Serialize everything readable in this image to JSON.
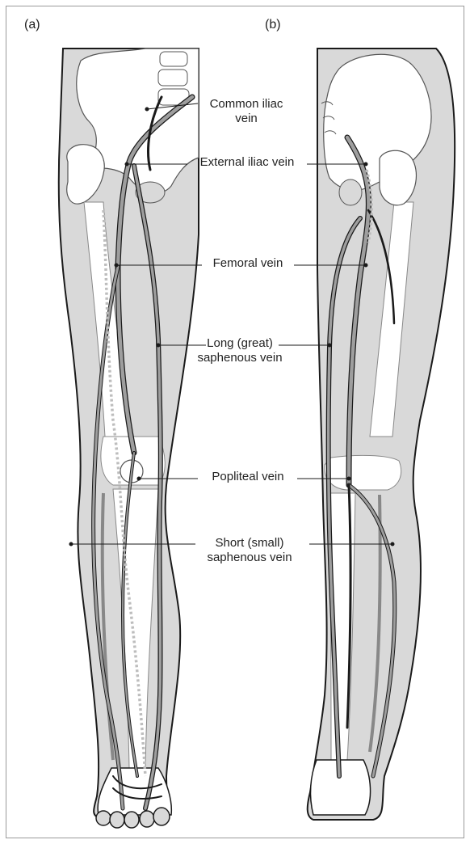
{
  "panels": {
    "a": "(a)",
    "b": "(b)"
  },
  "labels": {
    "common_iliac": [
      "Common iliac",
      "vein"
    ],
    "external_iliac": [
      "External iliac vein"
    ],
    "femoral": [
      "Femoral vein"
    ],
    "long_saphenous": [
      "Long (great)",
      "saphenous vein"
    ],
    "popliteal": [
      "Popliteal vein"
    ],
    "short_saphenous": [
      "Short (small)",
      "saphenous vein"
    ]
  },
  "colors": {
    "skin": "#d9d9d9",
    "bone": "#ffffff",
    "vein": "#9e9e9e",
    "outline": "#1a1a1a"
  }
}
